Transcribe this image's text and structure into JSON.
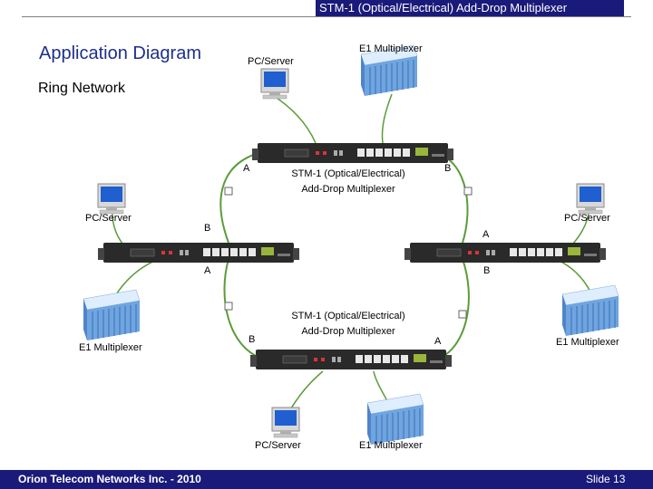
{
  "header": {
    "title": "STM-1 (Optical/Electrical) Add-Drop Multiplexer"
  },
  "page_title": "Application Diagram",
  "subtitle": "Ring Network",
  "labels": {
    "pc_server": "PC/Server",
    "e1_multiplexer": "E1 Multiplexer",
    "stm1_line1": "STM-1 (Optical/Electrical)",
    "stm1_line2": "Add-Drop Multiplexer"
  },
  "ports": {
    "a": "A",
    "b": "B"
  },
  "footer": {
    "company": "Orion Telecom Networks Inc. - 2010",
    "slide": "Slide 13"
  },
  "icons": {
    "pc": "monitor-icon",
    "e1": "e1-multiplexer-icon",
    "node": "add-drop-multiplexer-icon"
  },
  "colors": {
    "link": "#5a9c3a",
    "banner": "#1a1a7a",
    "title": "#1c2f8c",
    "device_dark": "#2a2a2a",
    "e1_blue": "#6fa5e0",
    "pc_blue": "#1f5fcf"
  }
}
